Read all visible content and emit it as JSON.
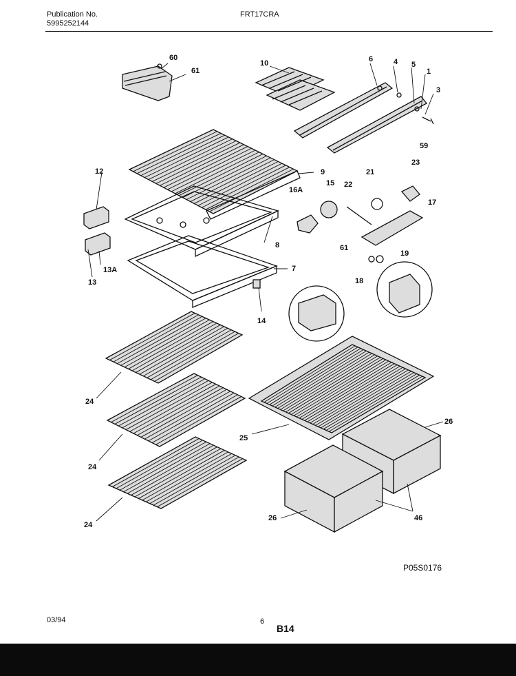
{
  "header": {
    "publication_label": "Publication No.",
    "publication_number": "5995252144",
    "model": "FRT17CRA"
  },
  "footer": {
    "date": "03/94",
    "page_number": "6",
    "section": "B14",
    "drawing_id": "P05S0176"
  },
  "callouts": [
    {
      "id": "c60",
      "text": "60"
    },
    {
      "id": "c61a",
      "text": "61"
    },
    {
      "id": "c10",
      "text": "10"
    },
    {
      "id": "c6",
      "text": "6"
    },
    {
      "id": "c4",
      "text": "4"
    },
    {
      "id": "c5",
      "text": "5"
    },
    {
      "id": "c1",
      "text": "1"
    },
    {
      "id": "c3",
      "text": "3"
    },
    {
      "id": "c59",
      "text": "59"
    },
    {
      "id": "c12",
      "text": "12"
    },
    {
      "id": "c9",
      "text": "9"
    },
    {
      "id": "c21",
      "text": "21"
    },
    {
      "id": "c23",
      "text": "23"
    },
    {
      "id": "c16a",
      "text": "16A"
    },
    {
      "id": "c15",
      "text": "15"
    },
    {
      "id": "c22",
      "text": "22"
    },
    {
      "id": "c17",
      "text": "17"
    },
    {
      "id": "c8",
      "text": "8"
    },
    {
      "id": "c61b",
      "text": "61"
    },
    {
      "id": "c13a",
      "text": "13A"
    },
    {
      "id": "c19",
      "text": "19"
    },
    {
      "id": "c13",
      "text": "13"
    },
    {
      "id": "c7",
      "text": "7"
    },
    {
      "id": "c18",
      "text": "18"
    },
    {
      "id": "c14",
      "text": "14"
    },
    {
      "id": "c24a",
      "text": "24"
    },
    {
      "id": "c26a",
      "text": "26"
    },
    {
      "id": "c25",
      "text": "25"
    },
    {
      "id": "c24b",
      "text": "24"
    },
    {
      "id": "c24c",
      "text": "24"
    },
    {
      "id": "c26b",
      "text": "26"
    },
    {
      "id": "c46",
      "text": "46"
    }
  ]
}
